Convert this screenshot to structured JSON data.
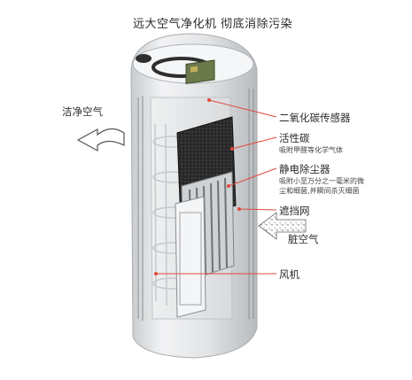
{
  "title": "远大空气净化机  彻底消除污染",
  "labels": {
    "co2_sensor": "二氧化碳传感器",
    "activated_carbon": "活性碳",
    "activated_carbon_desc": "吸附甲醛等化学气体",
    "electrostatic": "静电除尘器",
    "electrostatic_desc": "吸附小至万分之一毫米的微尘和细菌,并瞬间杀灭细菌",
    "mesh": "遮挡网",
    "dirty_air": "脏空气",
    "fan": "风机",
    "clean_air": "洁净空气"
  },
  "colors": {
    "shell": "#d9dcdf",
    "carbon": "#2a2a2a",
    "plate": "#b9bcc0",
    "sensor": "#6b7a4a",
    "leader": "#e04a3a",
    "clean_arrow": "#555555"
  }
}
